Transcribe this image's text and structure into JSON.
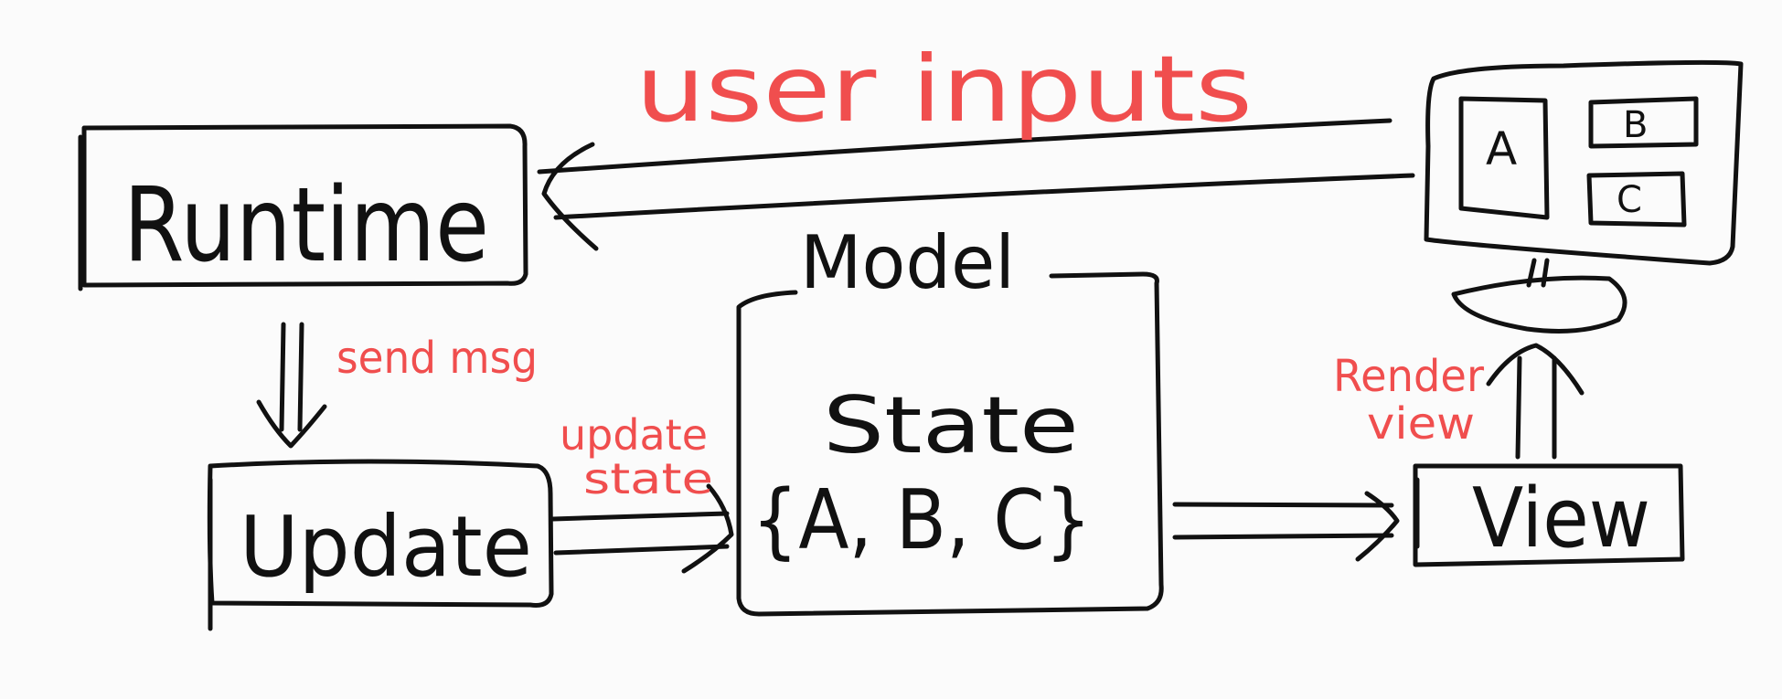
{
  "nodes": {
    "runtime": "Runtime",
    "update": "Update",
    "model_title": "Model",
    "model_state": "State",
    "model_values": "{A, B, C}",
    "view": "View"
  },
  "screen": {
    "panel_a": "A",
    "panel_b": "B",
    "panel_c": "C"
  },
  "edges": {
    "user_inputs": "user inputs",
    "send_msg": "send msg",
    "update_state_line1": "update",
    "update_state_line2": "state",
    "render_view_line1": "Render",
    "render_view_line2": "view"
  },
  "colors": {
    "ink": "#111111",
    "annotation": "#f04e4e",
    "background": "#fbfbfb"
  }
}
